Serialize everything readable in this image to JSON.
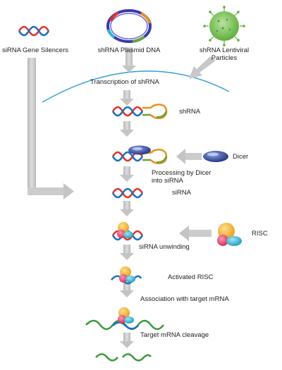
{
  "sources": {
    "sirna": "siRNA Gene Silencers",
    "plasmid": "shRNA Plasmid DNA",
    "lenti_line1": "shRNA Lentiviral",
    "lenti_line2": "Particles"
  },
  "steps": {
    "transcription": "Transcription of shRNA",
    "shrna": "shRNA",
    "dicer": "Dicer",
    "processing_line1": "Processing by Dicer",
    "processing_line2": "into siRNA",
    "sirna": "siRNA",
    "risc": "RISC",
    "unwinding": "siRNA unwinding",
    "activated_risc": "Activated RISC",
    "association": "Association with target mRNA",
    "cleavage": "Target mRNA cleavage"
  },
  "colors": {
    "arrow": "#c8c8c8",
    "strand_red": "#e0342a",
    "strand_blue": "#1f6fc2",
    "loop_orange": "#e59424",
    "loop_green": "#6aa43a",
    "membrane": "#2f9fd6",
    "mrna_green": "#3f9a3f",
    "dicer": "#2a3f8f",
    "risc_orange": "#f2b23a",
    "risc_pink": "#e8466a",
    "risc_cyan": "#2fb6d8"
  }
}
